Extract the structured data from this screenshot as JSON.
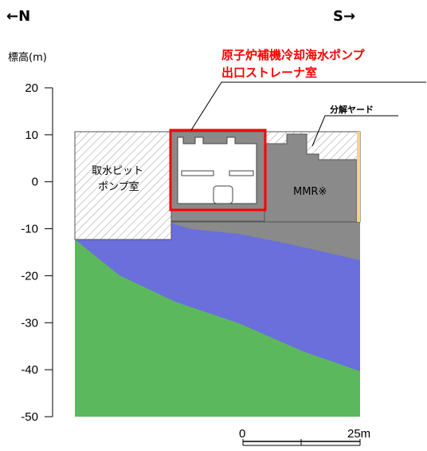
{
  "direction": {
    "north": "←N",
    "south": "S→"
  },
  "axis": {
    "label": "標高(m)",
    "ticks": [
      {
        "value": 20,
        "label": "20"
      },
      {
        "value": 10,
        "label": "10"
      },
      {
        "value": 0,
        "label": "0"
      },
      {
        "value": -10,
        "label": "-10"
      },
      {
        "value": -20,
        "label": "-20"
      },
      {
        "value": -30,
        "label": "-30"
      },
      {
        "value": -40,
        "label": "-40"
      },
      {
        "value": -50,
        "label": "-50"
      }
    ]
  },
  "labels": {
    "highlight_line1": "原子炉補機冷却海水ポンプ",
    "highlight_line2": "出口ストレーナ室",
    "intake_line1": "取水ピット",
    "intake_line2": "ポンプ室",
    "mmr": "MMR※",
    "disassembly_yard": "分解ヤード"
  },
  "scale": {
    "start": "0",
    "end": "25m"
  },
  "colors": {
    "green": "#5cb85c",
    "blue": "#6a6fdc",
    "gray": "#8a8a8a",
    "highlight": "#ff0000",
    "yellow": "#f5d77a"
  }
}
